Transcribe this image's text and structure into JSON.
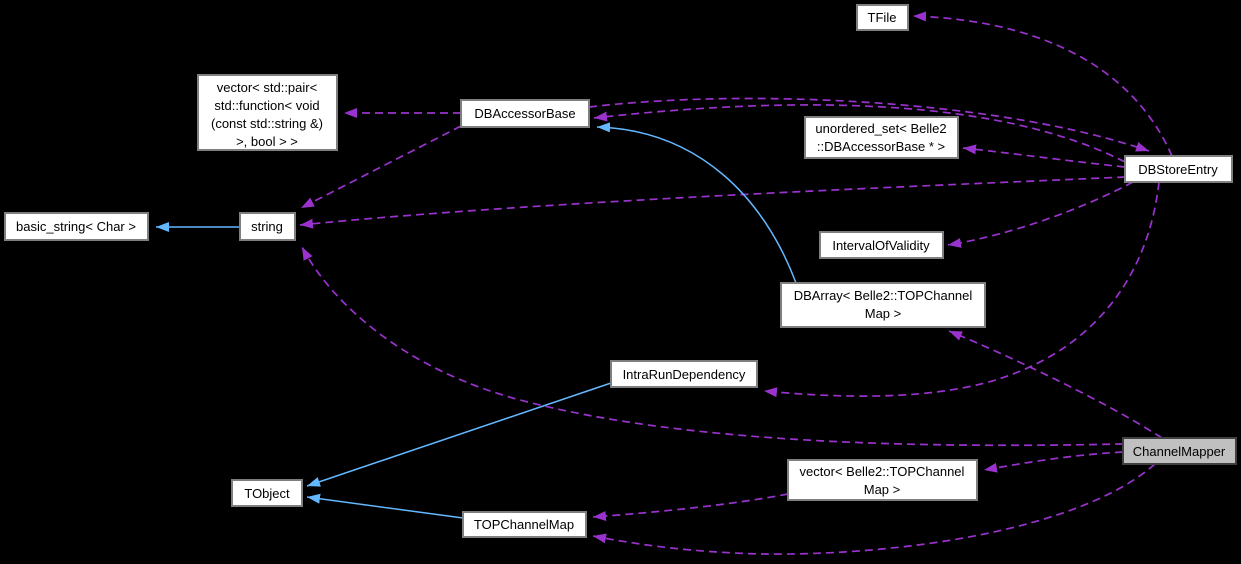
{
  "diagram": {
    "title": "ChannelMapper collaboration graph",
    "type": "doxygen-collaboration-graph",
    "colors": {
      "background": "#000000",
      "node_fill": "#ffffff",
      "node_border": "#7f7f7f",
      "focus_node_fill": "#c0c0c0",
      "focus_node_border": "#404040",
      "usage_edge": "#9a32cd",
      "inheritance_edge": "#63b8ff",
      "text": "#000000"
    },
    "nodes": [
      {
        "id": "tfile",
        "lines": [
          "TFile"
        ]
      },
      {
        "id": "vector-std-pair",
        "lines": [
          "vector< std::pair<",
          "std::function< void",
          "(const std::string &)",
          ">, bool > >"
        ]
      },
      {
        "id": "dbaccessorbase",
        "lines": [
          "DBAccessorBase"
        ]
      },
      {
        "id": "unordered-set",
        "lines": [
          "unordered_set< Belle2",
          "::DBAccessorBase * >"
        ]
      },
      {
        "id": "dbstoreentry",
        "lines": [
          "DBStoreEntry"
        ]
      },
      {
        "id": "basic-string",
        "lines": [
          "basic_string< Char >"
        ]
      },
      {
        "id": "string",
        "lines": [
          "string"
        ]
      },
      {
        "id": "intervalofvalidity",
        "lines": [
          "IntervalOfValidity"
        ]
      },
      {
        "id": "dbarray",
        "lines": [
          "DBArray< Belle2::TOPChannel",
          "Map >"
        ]
      },
      {
        "id": "intrarundependency",
        "lines": [
          "IntraRunDependency"
        ]
      },
      {
        "id": "channelmapper",
        "lines": [
          "ChannelMapper"
        ],
        "focus": true
      },
      {
        "id": "tobject",
        "lines": [
          "TObject"
        ]
      },
      {
        "id": "vector-belle2-topchannelmap",
        "lines": [
          "vector< Belle2::TOPChannel",
          "Map >"
        ]
      },
      {
        "id": "topchannelmap",
        "lines": [
          "TOPChannelMap"
        ]
      }
    ],
    "edges": [
      {
        "from": "string",
        "to": "basic_string< Char >",
        "relation": "inherits"
      },
      {
        "from": "DBArray< Belle2::TOPChannelMap >",
        "to": "DBAccessorBase",
        "relation": "inherits"
      },
      {
        "from": "IntraRunDependency",
        "to": "TObject",
        "relation": "inherits"
      },
      {
        "from": "TOPChannelMap",
        "to": "TObject",
        "relation": "inherits"
      },
      {
        "from": "DBAccessorBase",
        "to": "vector< std::pair< std::function< void (const std::string &) >, bool > >",
        "relation": "uses"
      },
      {
        "from": "DBAccessorBase",
        "to": "string",
        "relation": "uses"
      },
      {
        "from": "DBAccessorBase",
        "to": "DBStoreEntry",
        "relation": "uses"
      },
      {
        "from": "DBStoreEntry",
        "to": "TFile",
        "relation": "uses"
      },
      {
        "from": "DBStoreEntry",
        "to": "unordered_set< Belle2::DBAccessorBase * >",
        "relation": "uses"
      },
      {
        "from": "DBStoreEntry",
        "to": "DBAccessorBase",
        "relation": "uses"
      },
      {
        "from": "DBStoreEntry",
        "to": "string",
        "relation": "uses"
      },
      {
        "from": "DBStoreEntry",
        "to": "IntervalOfValidity",
        "relation": "uses"
      },
      {
        "from": "DBStoreEntry",
        "to": "IntraRunDependency",
        "relation": "uses"
      },
      {
        "from": "ChannelMapper",
        "to": "DBArray< Belle2::TOPChannelMap >",
        "relation": "uses"
      },
      {
        "from": "ChannelMapper",
        "to": "vector< Belle2::TOPChannelMap >",
        "relation": "uses"
      },
      {
        "from": "ChannelMapper",
        "to": "TOPChannelMap",
        "relation": "uses"
      },
      {
        "from": "ChannelMapper",
        "to": "string",
        "relation": "uses"
      },
      {
        "from": "vector< Belle2::TOPChannelMap >",
        "to": "TOPChannelMap",
        "relation": "uses"
      }
    ]
  }
}
